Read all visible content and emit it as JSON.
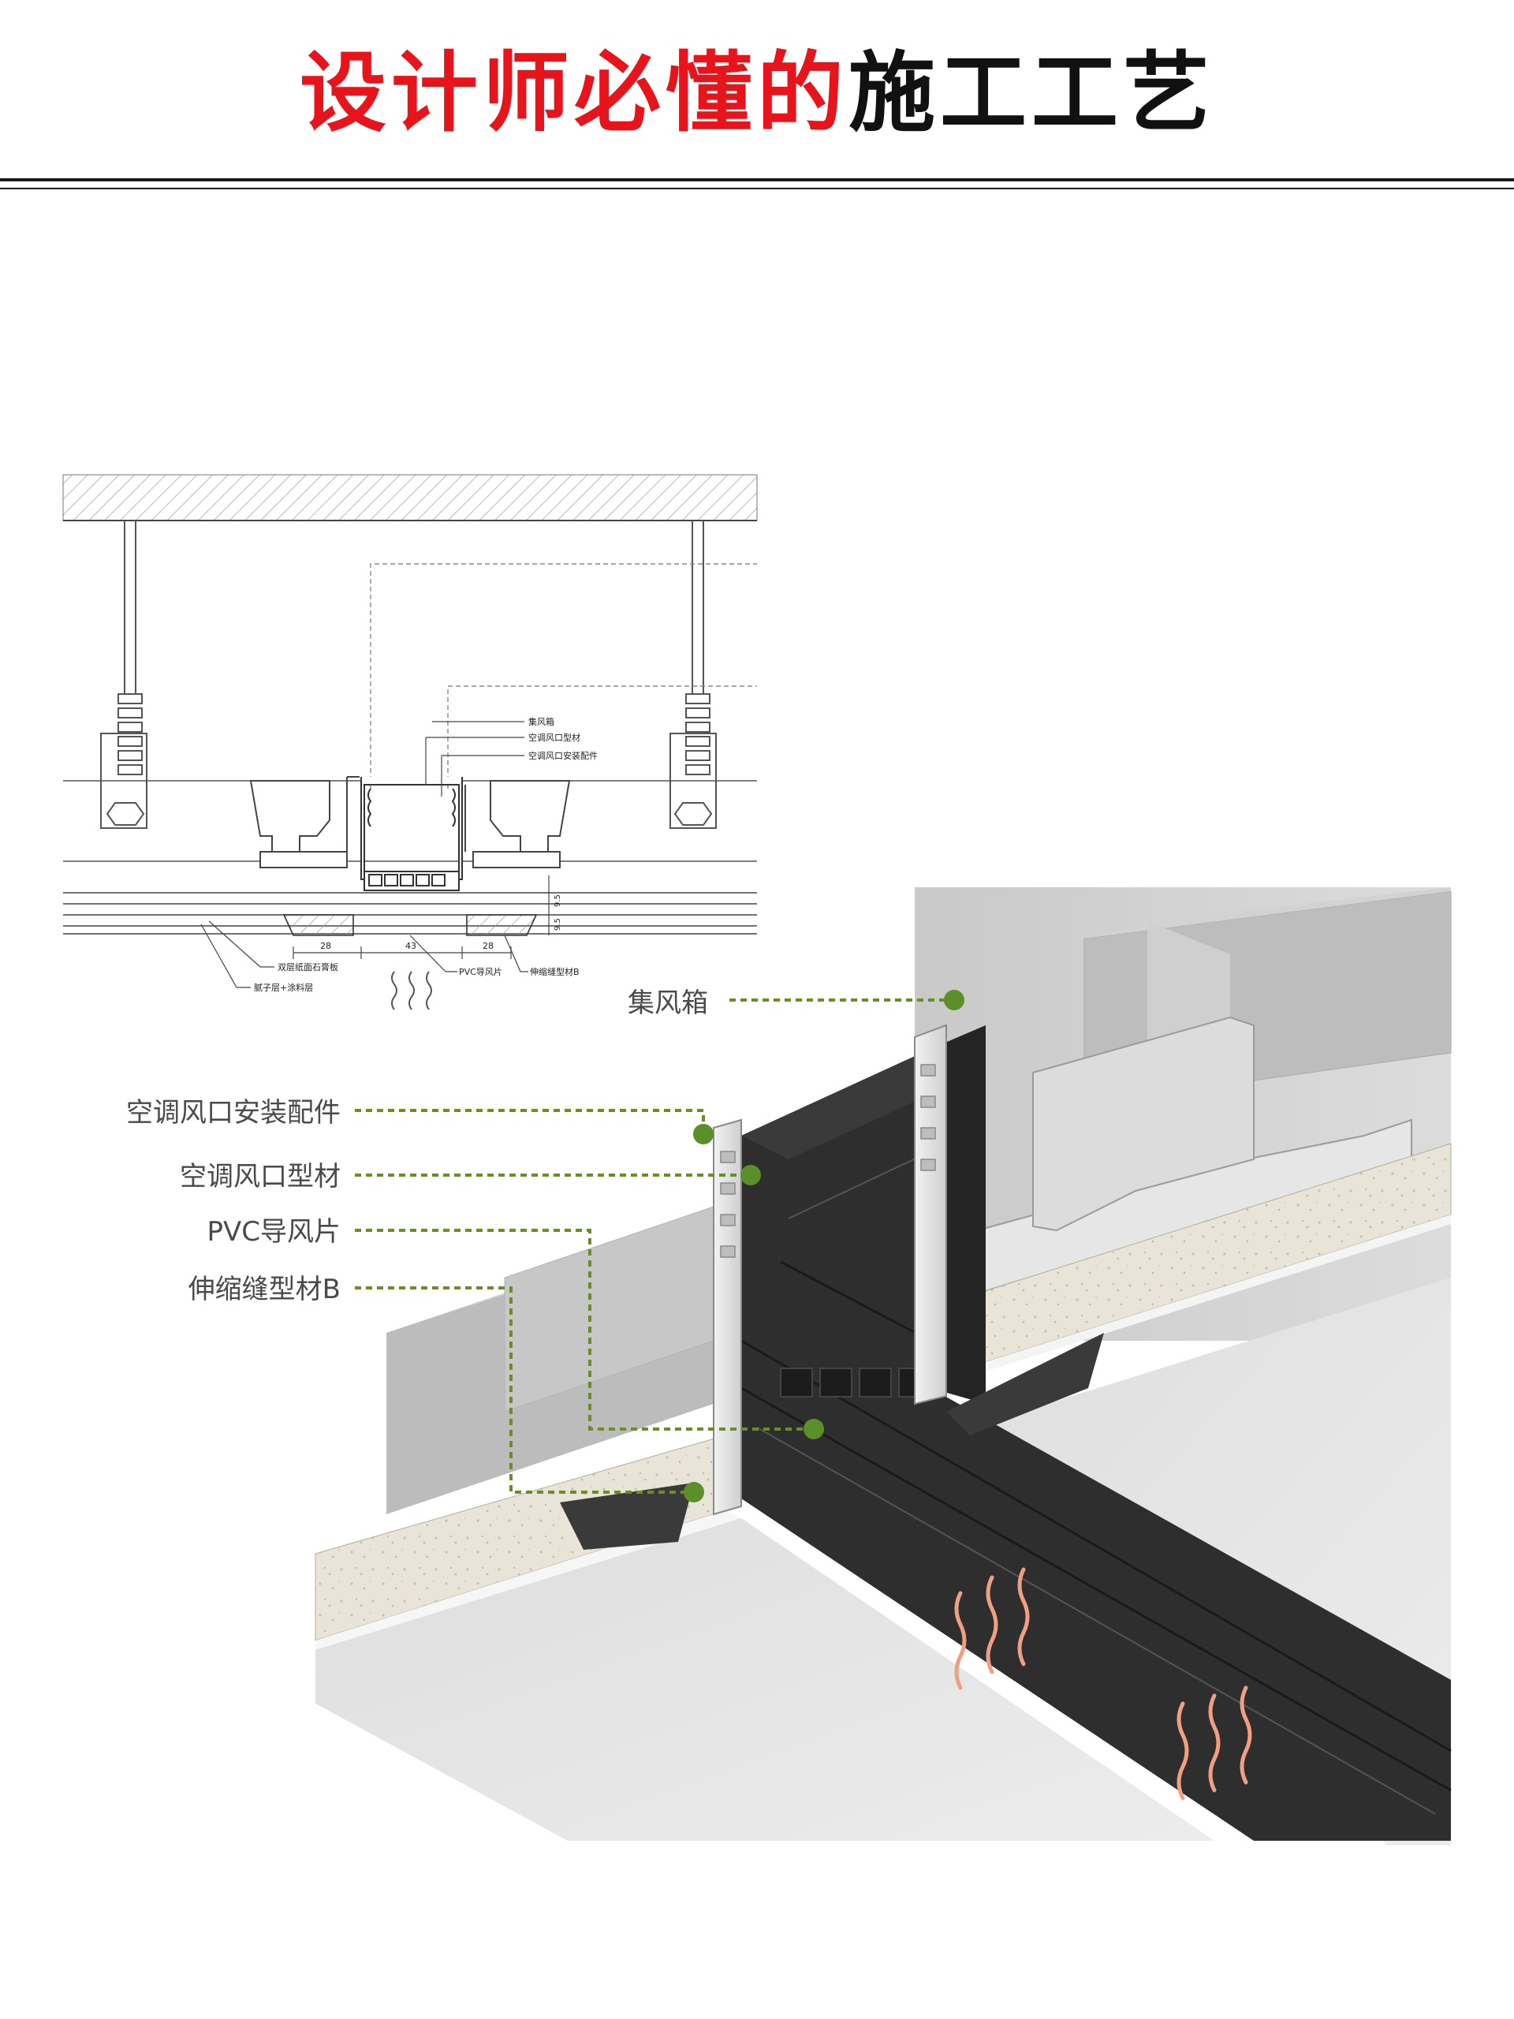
{
  "header": {
    "title_red": "设计师必懂的",
    "title_black": "施工工艺"
  },
  "cad": {
    "labels": {
      "box": "集风箱",
      "profile": "空调风口型材",
      "fitting": "空调风口安装配件",
      "board": "双层纸面石膏板",
      "putty": "腻子层+涂料层",
      "pvc": "PVC导风片",
      "joint": "伸缩缝型材B"
    },
    "dims": {
      "left": "28",
      "mid": "43",
      "right": "28",
      "h1": "9.5",
      "h2": "9.5"
    }
  },
  "callouts": {
    "box": "集风箱",
    "fitting": "空调风口安装配件",
    "profile": "空调风口型材",
    "pvc": "PVC导风片",
    "joint": "伸缩缝型材B"
  },
  "colors": {
    "title_red": "#e8141c",
    "callout_line": "#6b8e23",
    "callout_dot": "#5a8f2a",
    "duct": "#2b2b2b",
    "airflow": "#f0a080"
  }
}
